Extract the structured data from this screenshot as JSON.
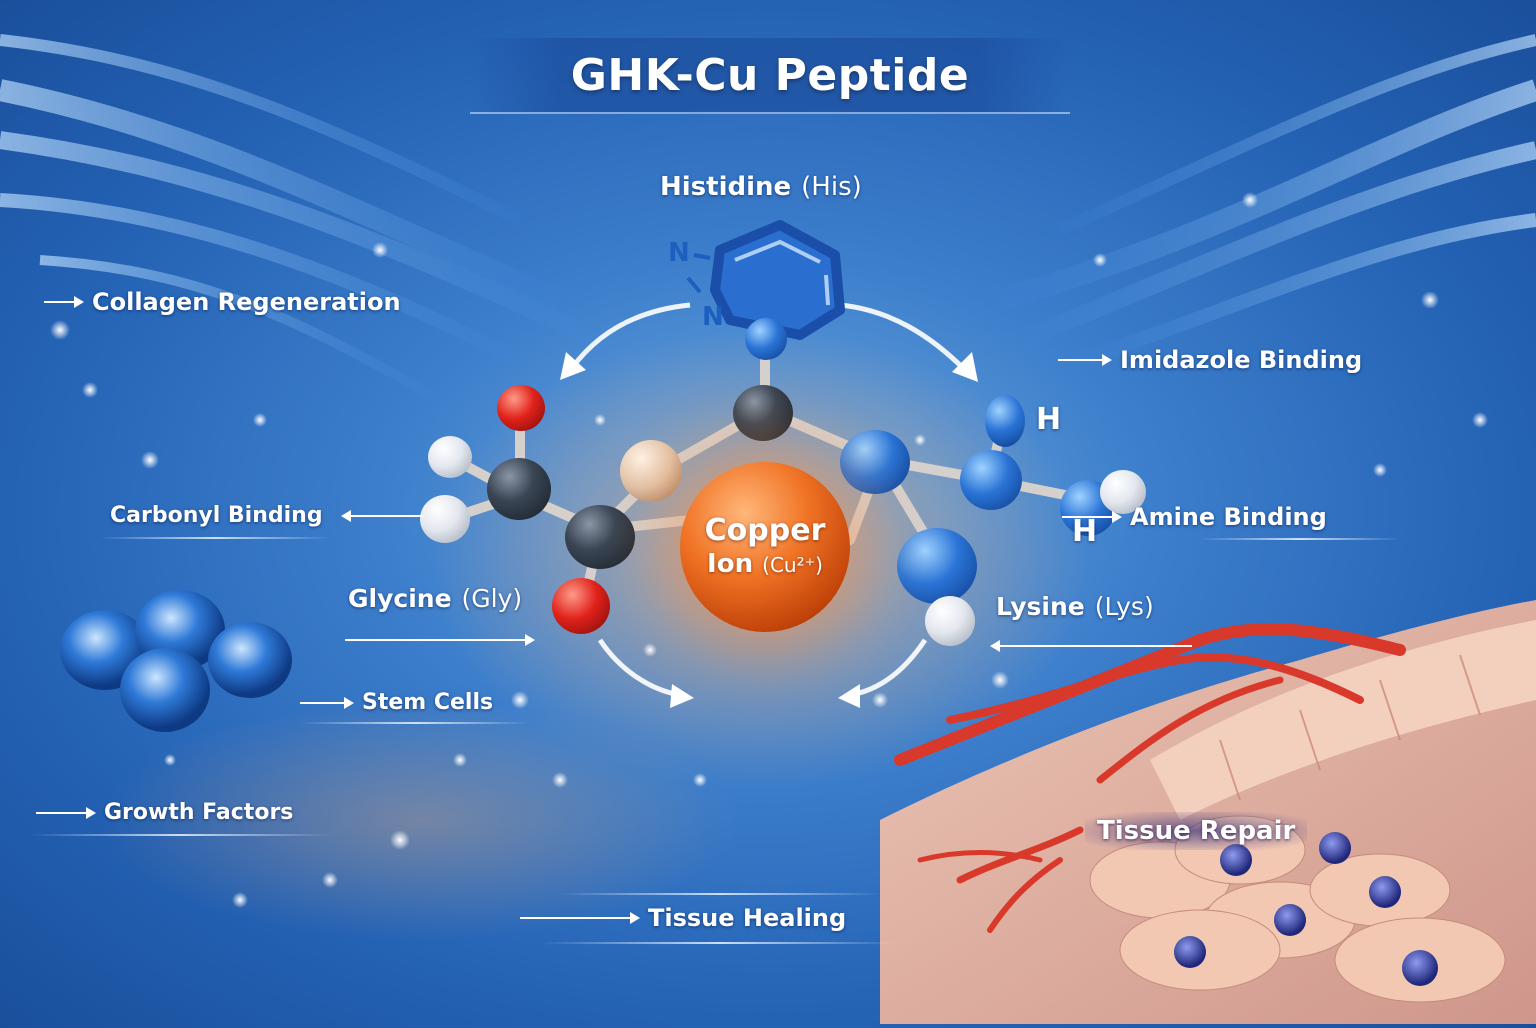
{
  "title": "GHK-Cu Peptide",
  "center": {
    "copper_line1": "Copper",
    "copper_line2": "Ion",
    "copper_formula": "(Cu²⁺)"
  },
  "amino_acids": {
    "histidine": {
      "name": "Histidine",
      "abbr": "(His)"
    },
    "glycine": {
      "name": "Glycine",
      "abbr": "(Gly)"
    },
    "lysine": {
      "name": "Lysine",
      "abbr": "(Lys)"
    }
  },
  "atom_labels": {
    "n_top": "N",
    "n_bottom": "N",
    "h_top": "H",
    "h_bottom": "H"
  },
  "annotations": {
    "collagen_regeneration": "Collagen Regeneration",
    "imidazole_binding": "Imidazole Binding",
    "carbonyl_binding": "Carbonyl Binding",
    "amine_binding": "Amine Binding",
    "stem_cells": "Stem Cells",
    "growth_factors": "Growth Factors",
    "tissue_healing": "Tissue Healing",
    "tissue_repair": "Tissue Repair"
  },
  "colors": {
    "background": "#2d6cc0",
    "copper": "#f07325",
    "nitrogen": "#2a74d6",
    "oxygen": "#e0221a",
    "carbon": "#2a3440",
    "hydrogen": "#e3e7ee",
    "tissue": "#e9b9a6",
    "vessel": "#d8392a"
  }
}
